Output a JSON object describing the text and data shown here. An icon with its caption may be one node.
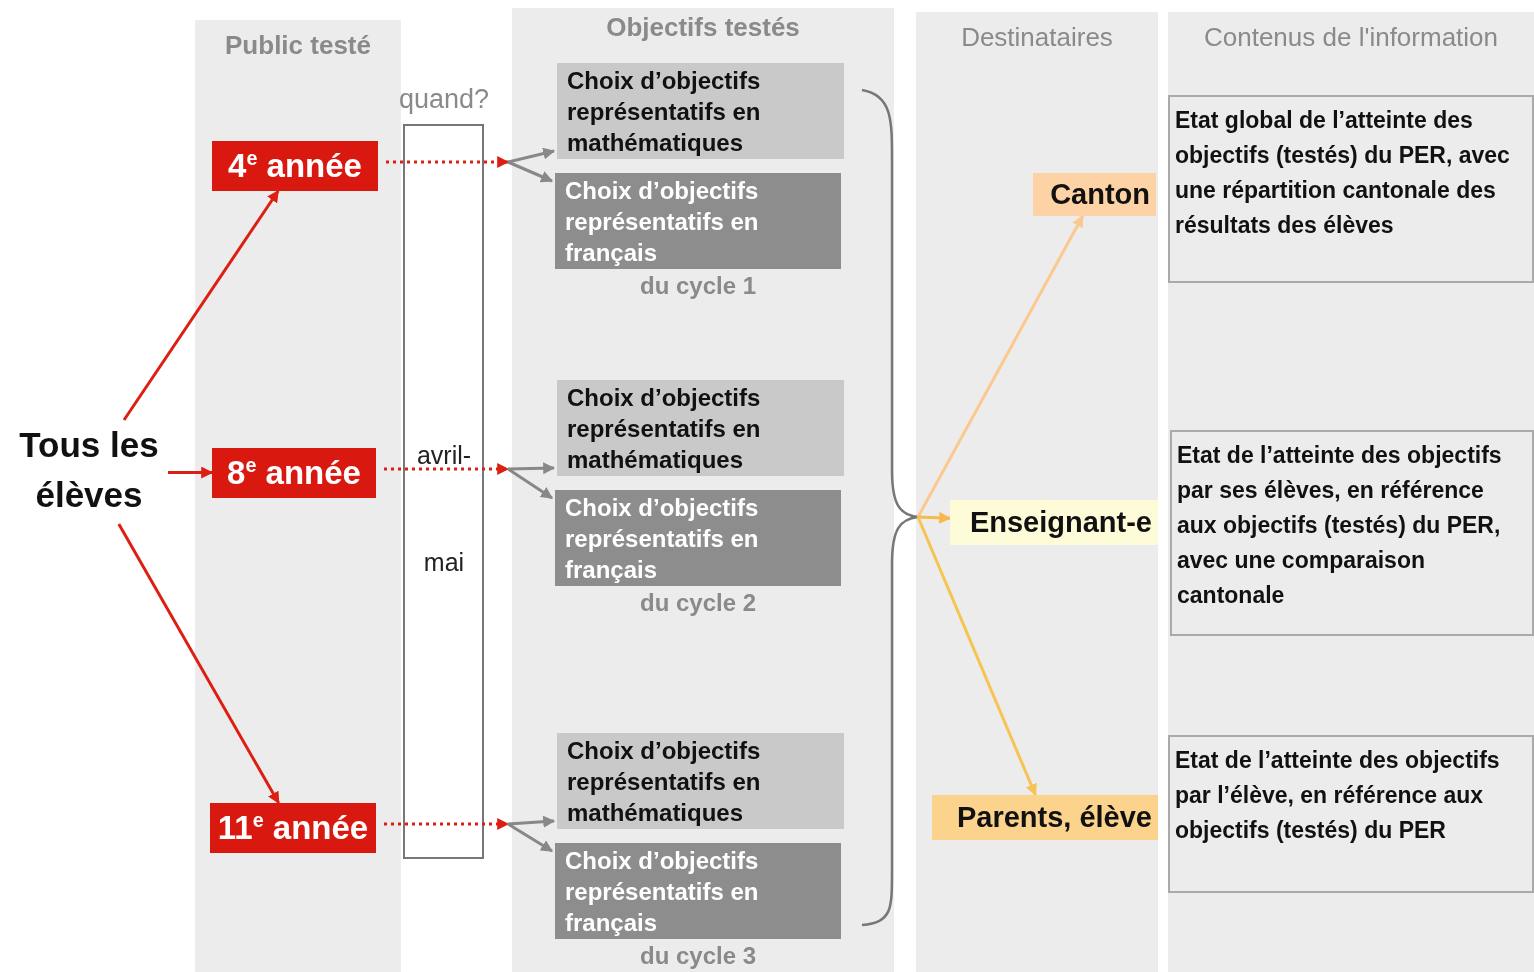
{
  "diagram": {
    "nodes": [
      {
        "text": [
          "Tous les élèves"
        ]
      },
      {
        "text": [
          "Public testé"
        ]
      },
      {
        "text": [
          "4$^{e}$ année"
        ],
        "in": 1
      },
      {
        "text": [
          "8$^{e}$ année"
        ],
        "in": 1
      },
      {
        "text": [
          "11$^{e}$ année"
        ],
        "in": 1
      },
      {
        "text": [
          "Objectifs testés"
        ]
      },
      {
        "text": [
          "Choix d’objectifs représentatifs en mathématiques"
        ],
        "in": 5
      },
      {
        "text": [
          "Choix d’objectifs représentatifs en français"
        ],
        "in": 5,
        "beside": [
          "du cycle 1"
        ]
      },
      {
        "text": [
          "Choix d’objectifs représentatifs en mathématiques"
        ],
        "in": 5
      },
      {
        "text": [
          "Choix d’objectifs représentatifs en français"
        ],
        "in": 5,
        "beside": [
          "du cycle 2"
        ]
      },
      {
        "text": [
          "Choix d’objectifs représentatifs en mathématiques"
        ],
        "in": 5
      },
      {
        "text": [
          "Choix d’objectifs représentatifs en français"
        ],
        "in": 5,
        "beside": [
          "du cycle 3"
        ]
      },
      {
        "text": [
          "Destinataires"
        ]
      },
      {
        "text": [
          "Canton"
        ],
        "in": 12
      },
      {
        "text": [
          "Enseignant-e"
        ],
        "in": 12
      },
      {
        "text": [
          "Parents, élève"
        ],
        "in": 12
      },
      {
        "text": [
          "Contenus de l'information"
        ]
      },
      {
        "text": [
          "Etat global de l’atteinte des objectifs (testés) du PER, avec une répartition cantonale des résultats des élèves"
        ],
        "in": 16
      },
      {
        "text": [
          "Etat de l’atteinte des objectifs par ses élèves, en référence aux objectifs (testés) du PER, avec une comparaison cantonale"
        ],
        "in": 16
      },
      {
        "text": [
          "Etat de l’atteinte des objectifs par l’élève, en référence aux objectifs (testés) du PER"
        ],
        "in": 16
      }
    ],
    "edges": [
      {
        "from": 0,
        "to": 2,
        "arrow": "to"
      },
      {
        "from": 0,
        "to": 3,
        "arrow": "to"
      },
      {
        "from": 0,
        "to": 4,
        "arrow": "to"
      },
      {
        "from": 2,
        "to": 6,
        "arrow": "to",
        "style": "dashed"
      },
      {
        "from": 2,
        "to": 7,
        "arrow": "to",
        "style": "dashed"
      },
      {
        "from": 3,
        "to": 8,
        "arrow": "to",
        "style": "dashed"
      },
      {
        "from": 3,
        "to": 9,
        "arrow": "to",
        "style": "dashed"
      },
      {
        "from": 4,
        "to": 10,
        "arrow": "to",
        "style": "dashed"
      },
      {
        "from": 4,
        "to": 11,
        "arrow": "to",
        "style": "dashed"
      },
      {
        "from": null,
        "to": 13,
        "arrow": "to",
        "color": "#fbc890"
      },
      {
        "from": null,
        "to": 14,
        "arrow": "to",
        "color": "#f7b84e"
      },
      {
        "from": null,
        "to": 15,
        "arrow": "to",
        "color": "#f6c452"
      }
    ],
    "labels": [
      "quand?",
      "avril-",
      "mai"
    ]
  }
}
